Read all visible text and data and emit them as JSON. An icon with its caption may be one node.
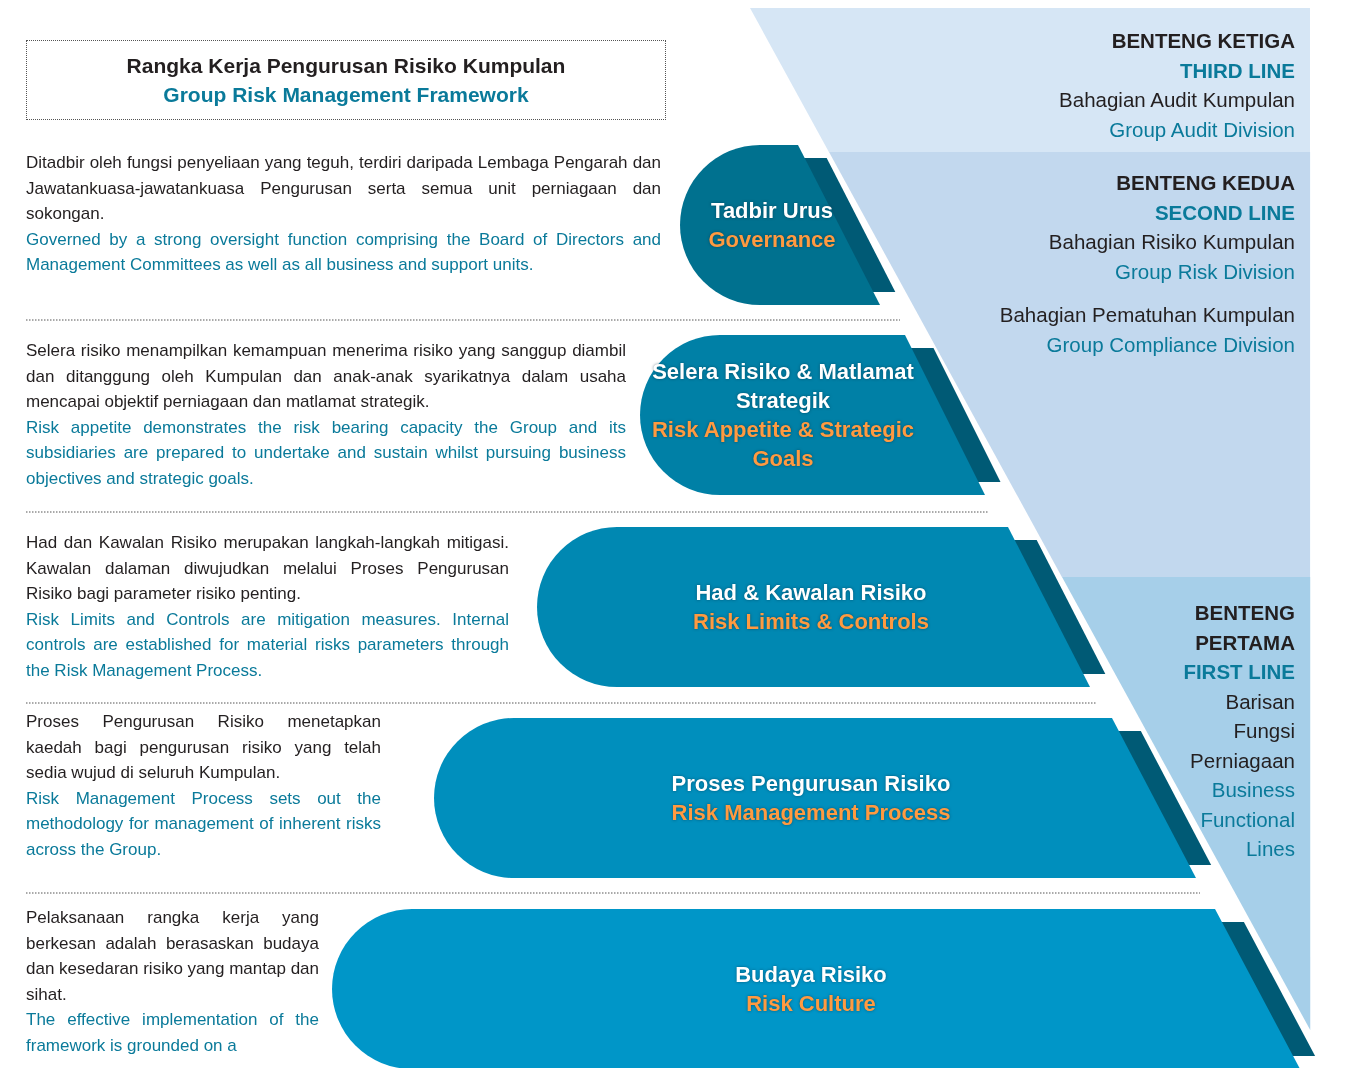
{
  "diagram": {
    "nodes": [
      {
        "text": [
          "Rangka Kerja Pengurusan Risiko Kumpulan",
          "Group Risk Management Framework"
        ]
      },
      {
        "text": [
          "Tadbir Urus",
          "Governance"
        ],
        "beside": [
          "Ditadbir oleh fungsi penyeliaan yang teguh, terdiri daripada Lembaga Pengarah dan Jawatankuasa-jawatankuasa Pengurusan serta semua unit perniagaan dan sokongan.",
          "Governed by a strong oversight function comprising the Board of Directors and Management Committees as well as all business and support units."
        ]
      },
      {
        "text": [
          "Selera Risiko & Matlamat Strategik",
          "Risk Appetite & Strategic Goals"
        ],
        "beside": [
          "Selera risiko menampilkan kemampuan menerima risiko yang sanggup diambil dan ditanggung oleh Kumpulan dan anak-anak syarikatnya dalam usaha mencapai objektif perniagaan dan matlamat strategik.",
          "Risk appetite demonstrates the risk bearing capacity the Group and its subsidiaries are prepared to undertake and sustain whilst pursuing business objectives and strategic goals."
        ]
      },
      {
        "text": [
          "Had & Kawalan Risiko",
          "Risk Limits & Controls"
        ],
        "beside": [
          "Had dan Kawalan Risiko merupakan langkah-langkah mitigasi. Kawalan dalaman diwujudkan melalui Proses Pengurusan Risiko bagi parameter risiko penting.",
          "Risk Limits and Controls are mitigation measures. Internal controls are established for material risks parameters through the Risk Management Process."
        ]
      },
      {
        "text": [
          "Proses Pengurusan Risiko",
          "Risk Management Process"
        ],
        "beside": [
          "Proses Pengurusan Risiko menetapkan kaedah bagi pengurusan risiko yang telah sedia wujud di seluruh Kumpulan.",
          "Risk Management Process sets out the methodology for management of inherent risks across the Group."
        ]
      },
      {
        "text": [
          "Budaya Risiko",
          "Risk Culture"
        ],
        "beside": [
          "Pelaksanaan rangka kerja yang berkesan adalah berasaskan budaya dan kesedaran risiko yang mantap dan sihat.",
          "The effective implementation of the framework is grounded on a"
        ]
      },
      {
        "text": [
          "BENTENG KETIGA",
          "THIRD LINE",
          "Bahagian Audit Kumpulan",
          "Group Audit Division"
        ]
      },
      {
        "text": [
          "BENTENG KEDUA",
          "SECOND LINE",
          "Bahagian Risiko Kumpulan",
          "Group Risk Division",
          "Bahagian Pematuhan Kumpulan",
          "Group Compliance Division"
        ]
      },
      {
        "text": [
          "BENTENG PERTAMA",
          "FIRST LINE",
          "Barisan Fungsi Perniagaan",
          "Business Functional Lines"
        ]
      }
    ]
  }
}
